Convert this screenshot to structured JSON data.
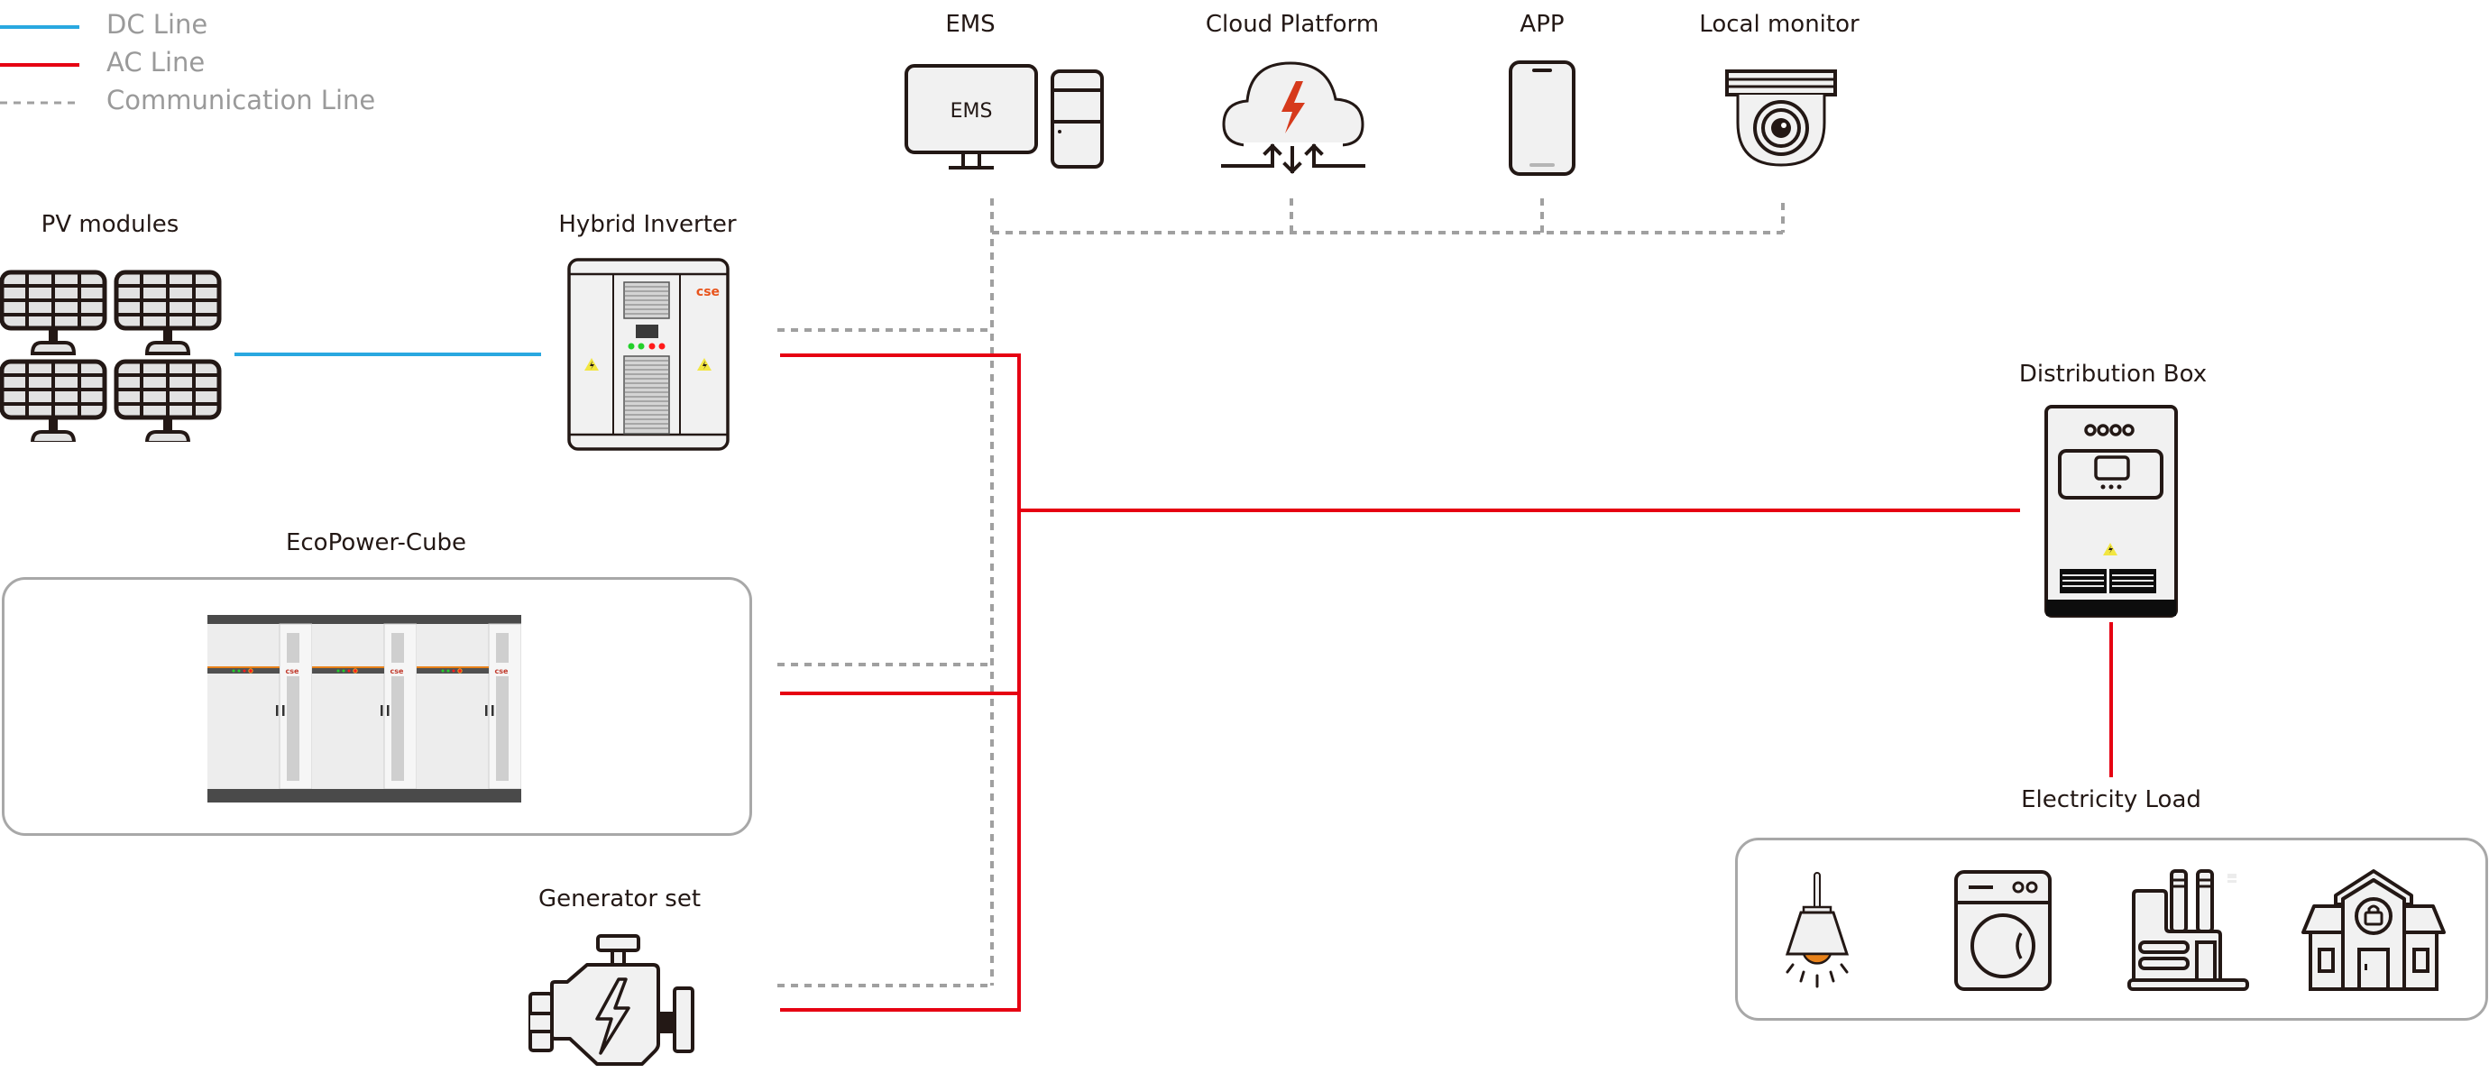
{
  "legend": [
    {
      "label": "DC Line",
      "style": "solid",
      "color": "#29a8e0"
    },
    {
      "label": "AC Line",
      "style": "solid",
      "color": "#e60012"
    },
    {
      "label": "Communication Line",
      "style": "dashed",
      "color": "#a0a0a0"
    }
  ],
  "nodes": {
    "pv_modules": {
      "label": "PV modules",
      "icon": "solar-panel-icon",
      "count": 4
    },
    "hybrid_inverter": {
      "label": "Hybrid Inverter",
      "icon": "inverter-cabinet-icon",
      "brand": "cse",
      "indicator_lights": [
        "green",
        "green",
        "red",
        "red"
      ]
    },
    "ecopower_cube": {
      "label": "EcoPower-Cube",
      "icon": "battery-cabinet-icon",
      "brand": "cse",
      "cabinet_count": 3
    },
    "generator_set": {
      "label": "Generator set",
      "icon": "engine-generator-icon"
    },
    "ems": {
      "label": "EMS",
      "screen_text": "EMS",
      "icon": "desktop-computer-icon"
    },
    "cloud_platform": {
      "label": "Cloud Platform",
      "icon": "cloud-upload-download-icon"
    },
    "app": {
      "label": "APP",
      "icon": "smartphone-icon"
    },
    "local_monitor": {
      "label": "Local monitor",
      "icon": "dome-camera-icon"
    },
    "distribution_box": {
      "label": "Distribution Box",
      "icon": "distribution-cabinet-icon"
    },
    "electricity_load": {
      "label": "Electricity Load",
      "items": [
        "pendant-lamp-icon",
        "washing-machine-icon",
        "factory-icon",
        "shop-building-icon"
      ]
    }
  },
  "colors": {
    "dc": "#29a8e0",
    "ac": "#e60012",
    "comm": "#a0a0a0",
    "outline": "#231815",
    "fill": "#f1f1f1",
    "warning": "#f2e641",
    "bolt": "#d63a1c",
    "bulb": "#e8821a",
    "brand": "#e8541c"
  },
  "connections": [
    {
      "from": "PV modules",
      "to": "Hybrid Inverter",
      "type": "DC Line"
    },
    {
      "from": "EcoPower-Cube",
      "to": "Hybrid Inverter",
      "type": "DC Line"
    },
    {
      "from": "Hybrid Inverter",
      "to": "AC Bus",
      "type": "AC Line"
    },
    {
      "from": "EcoPower-Cube",
      "to": "AC Bus",
      "type": "AC Line"
    },
    {
      "from": "Generator set",
      "to": "AC Bus",
      "type": "AC Line"
    },
    {
      "from": "AC Bus",
      "to": "Distribution Box",
      "type": "AC Line"
    },
    {
      "from": "Distribution Box",
      "to": "Electricity Load",
      "type": "AC Line"
    },
    {
      "from": "Hybrid Inverter",
      "to": "Communication Bus",
      "type": "Communication Line"
    },
    {
      "from": "EcoPower-Cube",
      "to": "Communication Bus",
      "type": "Communication Line"
    },
    {
      "from": "Generator set",
      "to": "Communication Bus",
      "type": "Communication Line"
    },
    {
      "from": "EMS",
      "to": "Communication Bus",
      "type": "Communication Line"
    },
    {
      "from": "Cloud Platform",
      "to": "Communication Bus",
      "type": "Communication Line"
    },
    {
      "from": "APP",
      "to": "Communication Bus",
      "type": "Communication Line"
    },
    {
      "from": "Local monitor",
      "to": "Communication Bus",
      "type": "Communication Line"
    }
  ]
}
